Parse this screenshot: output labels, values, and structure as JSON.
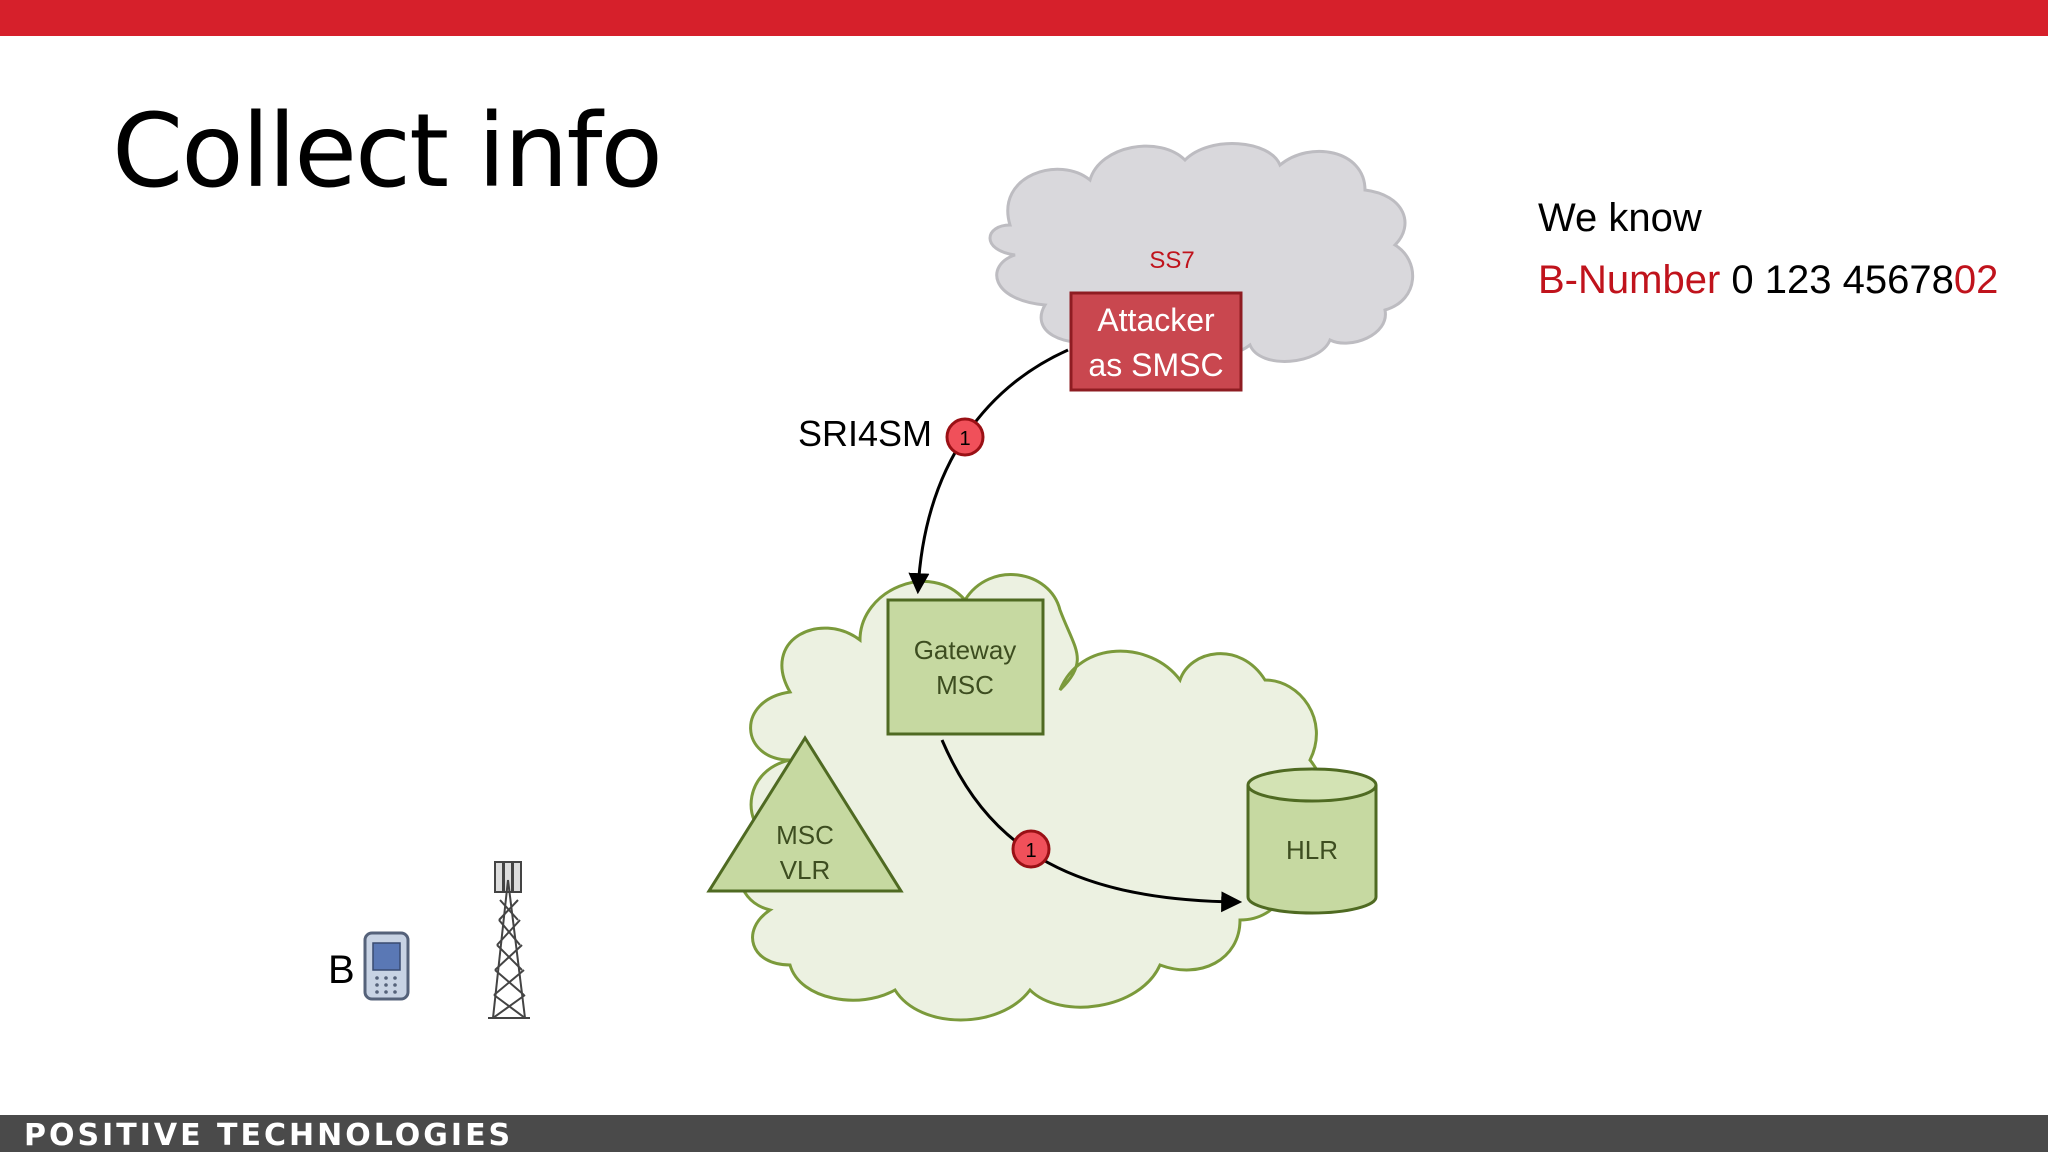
{
  "slide": {
    "title": "Collect info",
    "footer_brand": "POSITIVE TECHNOLOGIES"
  },
  "known": {
    "heading": "We know",
    "label": "B-Number",
    "number_main": "0 123 45678",
    "number_suffix": "02"
  },
  "diagram": {
    "cloud_ss7_label": "SS7",
    "attacker_line1": "Attacker",
    "attacker_line2": "as SMSC",
    "message_label": "SRI4SM",
    "step_badge_1": "1",
    "step_badge_2": "1",
    "gateway_line1": "Gateway",
    "gateway_line2": "MSC",
    "msc_vlr_line1": "MSC",
    "msc_vlr_line2": "VLR",
    "hlr_label": "HLR",
    "subscriber_label": "B"
  },
  "colors": {
    "top_bar": "#d6202b",
    "bottom_bar": "#4a4a4a",
    "highlight_red": "#c0131c",
    "attacker_fill": "#c9474f",
    "ss7_cloud_fill": "#d9d8dc",
    "home_cloud_fill": "#ecf1e1",
    "home_cloud_stroke": "#7b9a3b",
    "node_fill": "#c6d9a1",
    "node_stroke": "#4f6a22",
    "badge_fill": "#f0505a"
  }
}
